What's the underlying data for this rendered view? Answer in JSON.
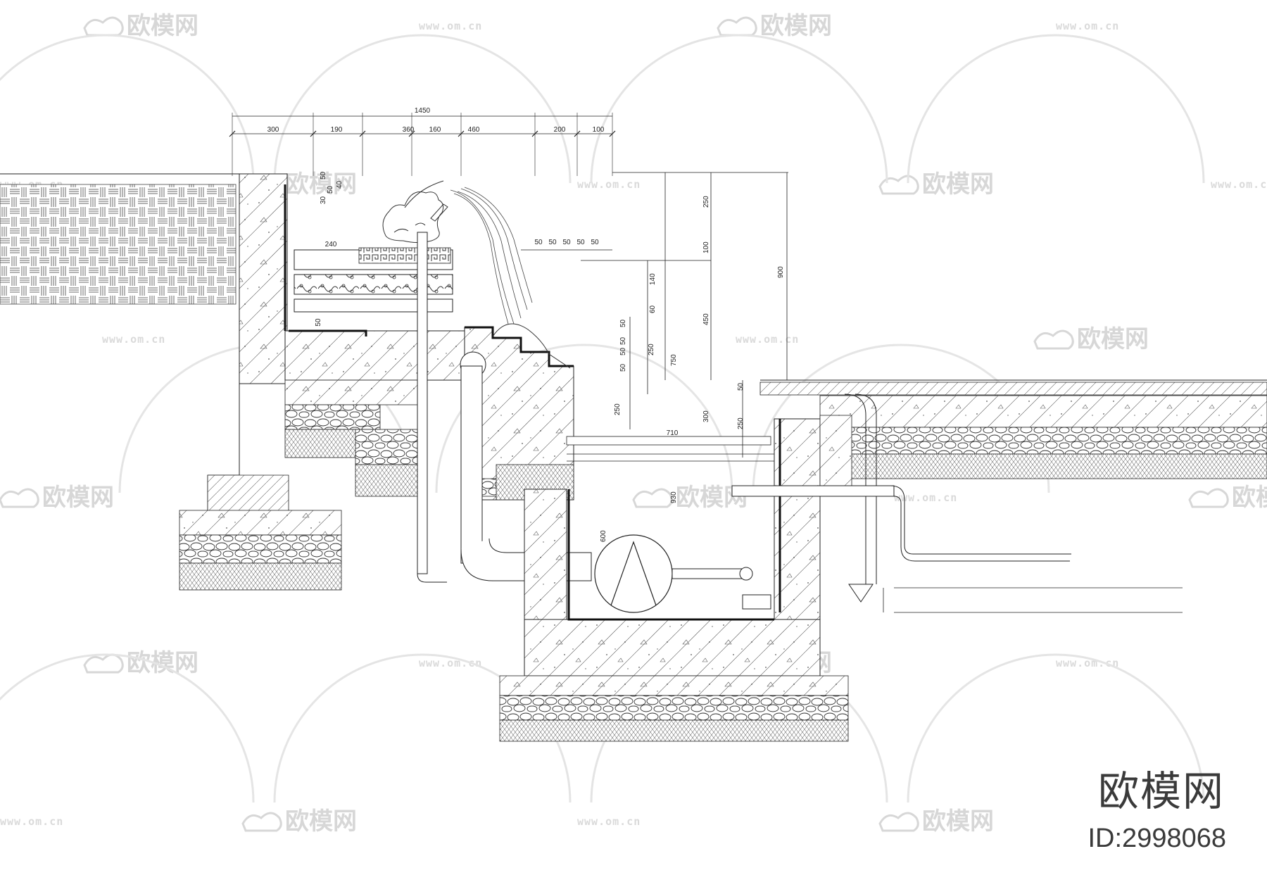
{
  "colors": {
    "line": "#222222",
    "watermark": "#d3d3d3",
    "brand": "#3a3a3a"
  },
  "watermark": {
    "logo_text": "欧模网",
    "url_text": "www.om.cn",
    "url_fragment": "om.cn"
  },
  "brand": {
    "name": "欧模网",
    "id_text": "ID:2998068"
  },
  "dimensions": {
    "overall_width": "1450",
    "top_segments": [
      "300",
      "190",
      "360",
      "160",
      "460",
      "200",
      "100"
    ],
    "vertical_stack_left": [
      "50",
      "30",
      "50",
      "40"
    ],
    "ledge": "240",
    "step_ticks": [
      "50",
      "50",
      "50",
      "50",
      "50"
    ],
    "left_small": "50",
    "right_column_a": [
      "140",
      "60",
      "50",
      "50",
      "50",
      "50"
    ],
    "right_column_b": [
      "250",
      "750"
    ],
    "right_column_c": [
      "250",
      "100",
      "450",
      "300",
      "930"
    ],
    "right_column_d": [
      "900"
    ],
    "lower_right": [
      "50",
      "250",
      "710"
    ],
    "pump": "600",
    "spout": "250"
  }
}
